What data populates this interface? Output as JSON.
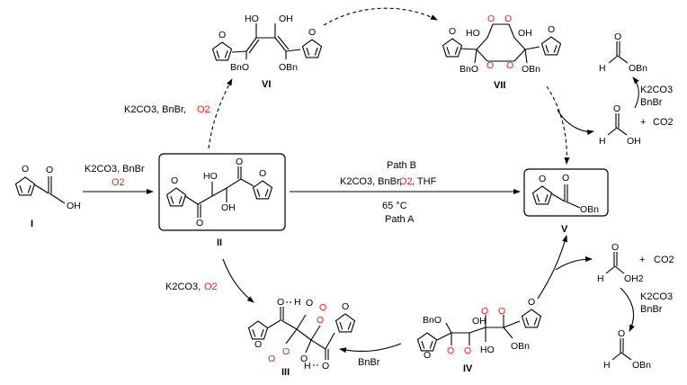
{
  "compounds": {
    "I": {
      "label": "I",
      "atoms": [
        "O",
        "O",
        "OH"
      ]
    },
    "II": {
      "label": "II",
      "atoms": [
        "O",
        "HO",
        "O",
        "O",
        "OH",
        "O"
      ]
    },
    "III": {
      "label": "III",
      "atoms": [
        "O",
        "H",
        "O",
        "O",
        "O",
        "O",
        "O",
        "O",
        "H",
        "O",
        "O",
        "O"
      ]
    },
    "IV": {
      "label": "IV",
      "atoms": [
        "BnO",
        "O",
        "OH",
        "O",
        "O",
        "O",
        "O",
        "O",
        "HO",
        "OBn"
      ]
    },
    "V": {
      "label": "V",
      "atoms": [
        "O",
        "O",
        "OBn"
      ]
    },
    "VI": {
      "label": "VI",
      "atoms": [
        "HO",
        "OH",
        "O",
        "BnO",
        "OBn",
        "O"
      ]
    },
    "VII": {
      "label": "VII",
      "atoms": [
        "O",
        "O",
        "HO",
        "OH",
        "O",
        "O",
        "O",
        "O",
        "BnO",
        "OBn"
      ]
    }
  },
  "byproducts": {
    "benzyl_formate_top": {
      "atoms": [
        "O",
        "H",
        "OBn"
      ]
    },
    "formic_acid_top": {
      "atoms": [
        "O",
        "H",
        "OH"
      ],
      "plus": "+",
      "co2": "CO2"
    },
    "formaldehyde_right": {
      "atoms": [
        "O",
        "H",
        "OH2"
      ],
      "plus": "+",
      "co2": "CO2"
    },
    "benzyl_formate_bottom": {
      "atoms": [
        "O",
        "H",
        "OBn"
      ]
    }
  },
  "conditions": {
    "I_to_II": {
      "line1": "K2CO3, BnBr",
      "line2": "O2"
    },
    "II_to_VI": {
      "reagents": "K2CO3, BnBr,",
      "o2": "O2"
    },
    "II_to_III": {
      "reagents": "K2CO3,",
      "o2": "O2"
    },
    "II_to_V": {
      "path_b": "Path B",
      "reagents": "K2CO3, BnBr,",
      "o2": "O2",
      "solvent": ", THF",
      "temp": "65 °C",
      "path_a": "Path A"
    },
    "IV_to_III": {
      "reagent": "BnBr"
    },
    "formic_to_benzyl_top": {
      "line1": "K2CO3",
      "line2": "BnBr"
    },
    "formaldehyde_to_benzyl_bottom": {
      "line1": "K2CO3",
      "line2": "BnBr"
    }
  }
}
